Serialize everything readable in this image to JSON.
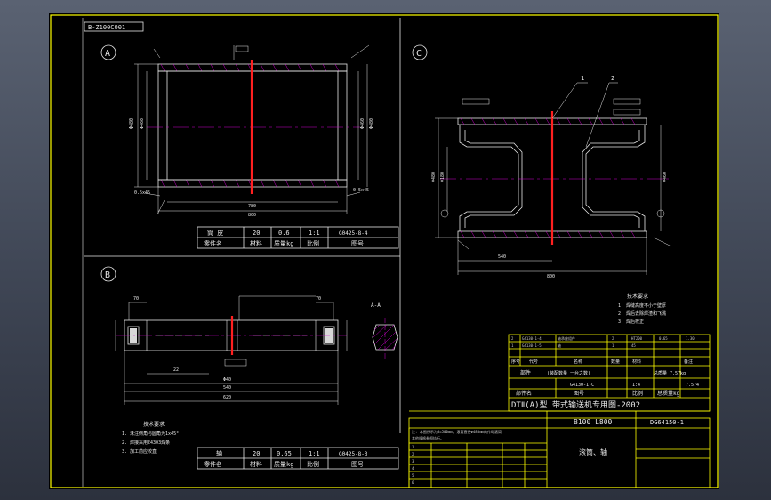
{
  "drawing_code": "B-Z100C001",
  "views": {
    "a": "A",
    "b": "B",
    "c": "C"
  },
  "callouts": {
    "c1": "1",
    "c2": "2"
  },
  "table_a": {
    "row1": [
      "筒 皮",
      "20",
      "0.6",
      "1:1",
      "G0425-8-4"
    ],
    "row2": [
      "零件名",
      "材料",
      "质量kg",
      "比例",
      "图号"
    ]
  },
  "table_b": {
    "row1": [
      "轴",
      "20",
      "0.65",
      "1:1",
      "G0425-8-3"
    ],
    "row2": [
      "零件名",
      "材料",
      "质量kg",
      "比例",
      "图号"
    ]
  },
  "tech_req_b": {
    "title": "技术要求",
    "lines": [
      "1. 未注倒角与圆角为1x45°",
      "2. 焊接采用E4303焊条",
      "3. 加工前应校直"
    ]
  },
  "tech_req_c": {
    "title": "技术要求",
    "lines": [
      "1. 焊缝高度不小于壁厚",
      "2. 焊后去除焊渣和飞溅",
      "3. 焊后校正"
    ]
  },
  "title_block": {
    "header": [
      "序号",
      "代号",
      "名称",
      "数量",
      "材料",
      "备注"
    ],
    "parts": [
      "部件",
      "(装配数量 一台之数)",
      "总质量 7.57kg"
    ],
    "row_code": [
      "G4130-1-C",
      "1:4",
      "7.574"
    ],
    "row_labels": [
      "部件名",
      "图号",
      "比例",
      "总质量kg"
    ],
    "title": "DTⅡ(A)型 带式输送机专用图-2002",
    "spec": "B100 L800",
    "drawing_no": "DG64150-1",
    "name": "滚筒、轴"
  }
}
